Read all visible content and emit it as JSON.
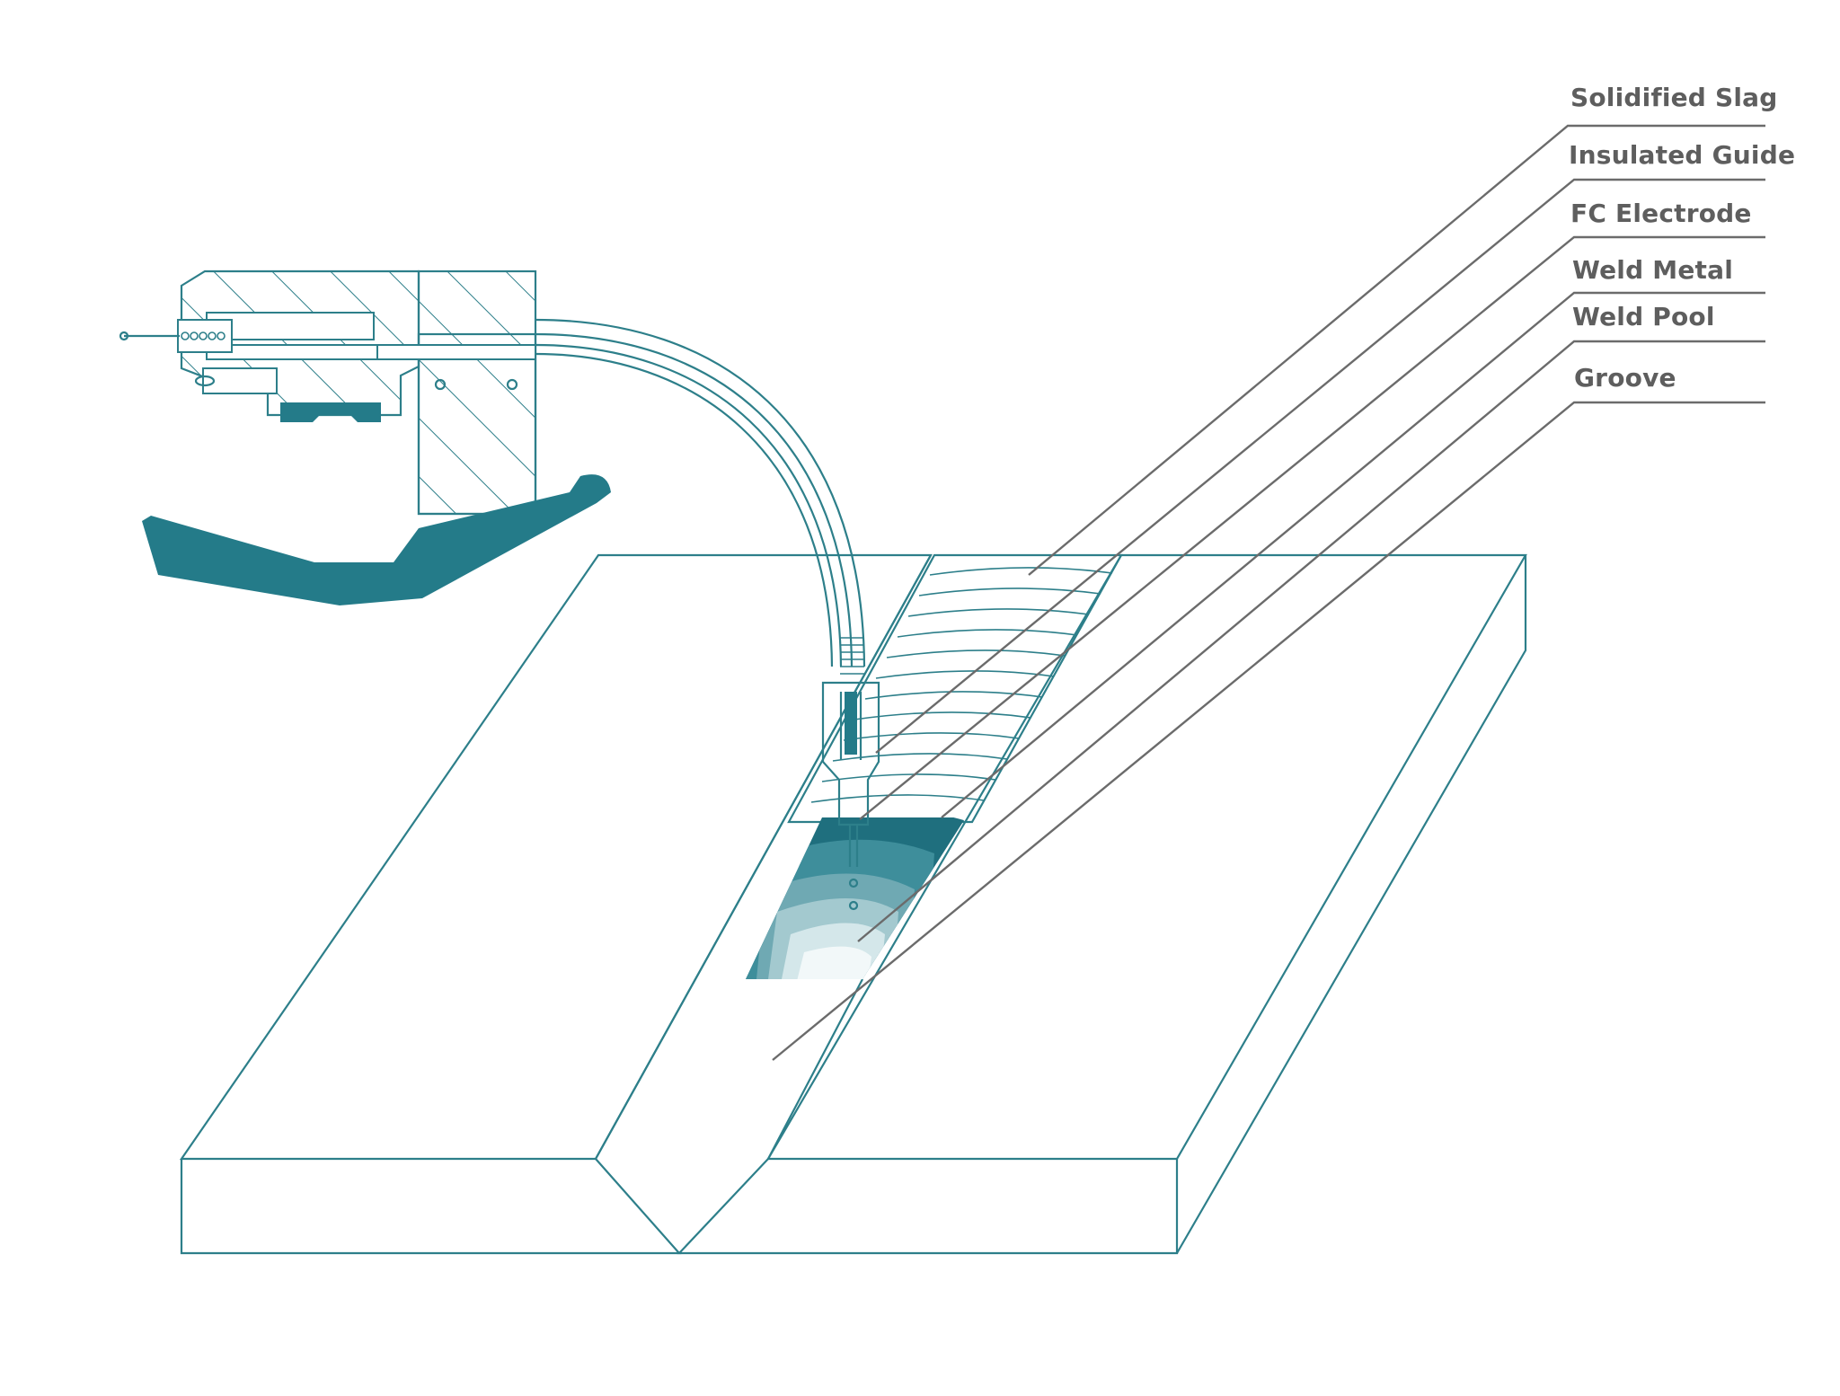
{
  "colors": {
    "outline": "#2d7f8a",
    "teal_fill": "#247b89",
    "leader": "#6b6b6b",
    "label_text": "#5e5e5e"
  },
  "labels": [
    {
      "id": "solidified-slag",
      "text": "Solidified Slag"
    },
    {
      "id": "insulated-guide",
      "text": "Insulated Guide"
    },
    {
      "id": "fc-electrode",
      "text": "FC Electrode"
    },
    {
      "id": "weld-metal",
      "text": "Weld Metal"
    },
    {
      "id": "weld-pool",
      "text": "Weld Pool"
    },
    {
      "id": "groove",
      "text": "Groove"
    }
  ]
}
